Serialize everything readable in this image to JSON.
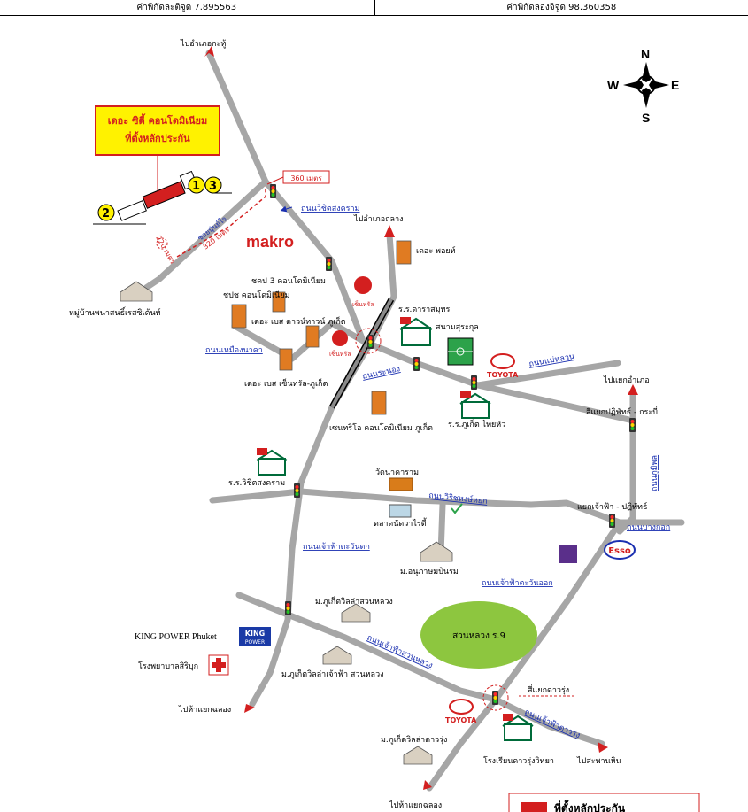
{
  "coords": {
    "lat_label": "ค่าพิกัดละติจูด 7.895563",
    "lon_label": "ค่าพิกัดลองจิจูด 98.360358"
  },
  "compass": {
    "n": "N",
    "s": "S",
    "e": "E",
    "w": "W"
  },
  "project": {
    "line1": "เดอะ ซิตี้ คอนโดมิเนียม",
    "line2": "ที่ตั้งหลักประกัน",
    "badge13": "13",
    "badge2": "2"
  },
  "distances": {
    "d360": "360 เมตร",
    "d220": "220 เมตร",
    "d320": "320 เมตร",
    "soi": "ซอยปุ่นย์ใจ"
  },
  "roads": {
    "wichit": "ถนนวิชิตสงคราม",
    "muang_nara": "ถนนเหมืองนาคา",
    "ranong": "ถนนระนอง",
    "maeluan": "ถนนแม่หลวน",
    "wiroj": "ถนนวิริชหงษ์หยก",
    "chaofa_w": "ถนนเจ้าฟ้าตะวันตก",
    "chaofa_e": "ถนนเจ้าฟ้าตะวันออก",
    "bangkok": "ถนนบางกอก",
    "phunphon": "ถนนภูมิพล",
    "chaofa_suan": "ถนนเจ้าฟ้าสวนหลวง",
    "chaofa_dawrung": "ถนนเจ้าฟ้าดาวรุ่ง"
  },
  "places": {
    "to_kathu": "ไปอำเภอกะทู้",
    "to_thalang": "ไปอำเภอถลาง",
    "the_point": "เดอะ พอยท์",
    "makro": "makro",
    "phnp3": "ชคป 3 คอนโดมิเนียม",
    "phnp": "ชปช คอนโดมิเนียม",
    "best_down": "เดอะ เบส ดาวน์ทาวน์ ภูเก็ต",
    "village": "หมู่บ้านพนาสนธิ์เรสซิเด้นท์",
    "best_central": "เดอะ เบส เซ็นทรัล-ภูเก็ต",
    "central_label": "เซ็นทรัล",
    "darasamut": "ร.ร.ดาราสมุทร",
    "suan_surakul": "สนามสุระกุล",
    "toyota": "TOYOTA",
    "phuket_thaihua": "ร.ร.ภูเก็ต ไทยหัว",
    "to_amphoe": "ไปแยกอำเภอ",
    "sam_kra": "สี่แยกปฏิพัทธ์ - กระบี่",
    "ban_trieu": "เซนทริโอ คอนโดมิเนียม ภูเก็ต",
    "wichit_school": "ร.ร.วิชิตสงคราม",
    "wat_na": "วัดนาคาราม",
    "market": "ตลาดนัดวาไรตี้",
    "chaofa_pati": "แยกเจ้าฟ้า - ปฏิพัทธ์",
    "anupark": "ม.อนุภาษมบินรม",
    "villa_suan": "ม.ภูเก็ตวิลล่าสวนหลวง",
    "king_power": "KING POWER Phuket",
    "king_logo1": "KING",
    "king_logo2": "POWER",
    "hospital": "โรงพยาบาลสิริบุก",
    "villa_chaofa": "ม.ภูเก็ตวิลล่าเจ้าฟ้า สวนหลวง",
    "park": "สวนหลวง ร.9",
    "to_chalong_w": "ไปห้าแยกฉลอง",
    "dawrung_jct": "สี่แยกดาวรุ่ง",
    "villa_dawrung": "ม.ภูเก็ตวิลล่าดาวรุ่ง",
    "dawrung_school": "โรงเรียนดาวรุ่งวิทยา",
    "to_saphan_hin": "ไปสะพานหิน",
    "to_chalong_s": "ไปห้าแยกฉลอง",
    "esso": "Esso",
    "legend_text": "ที่ตั้งหลักประกัน"
  },
  "colors": {
    "road": "#a6a6a6",
    "park": "#8dc63f",
    "yellow": "#fff200",
    "red": "#d31f1f",
    "blue": "#1a2fb0"
  }
}
